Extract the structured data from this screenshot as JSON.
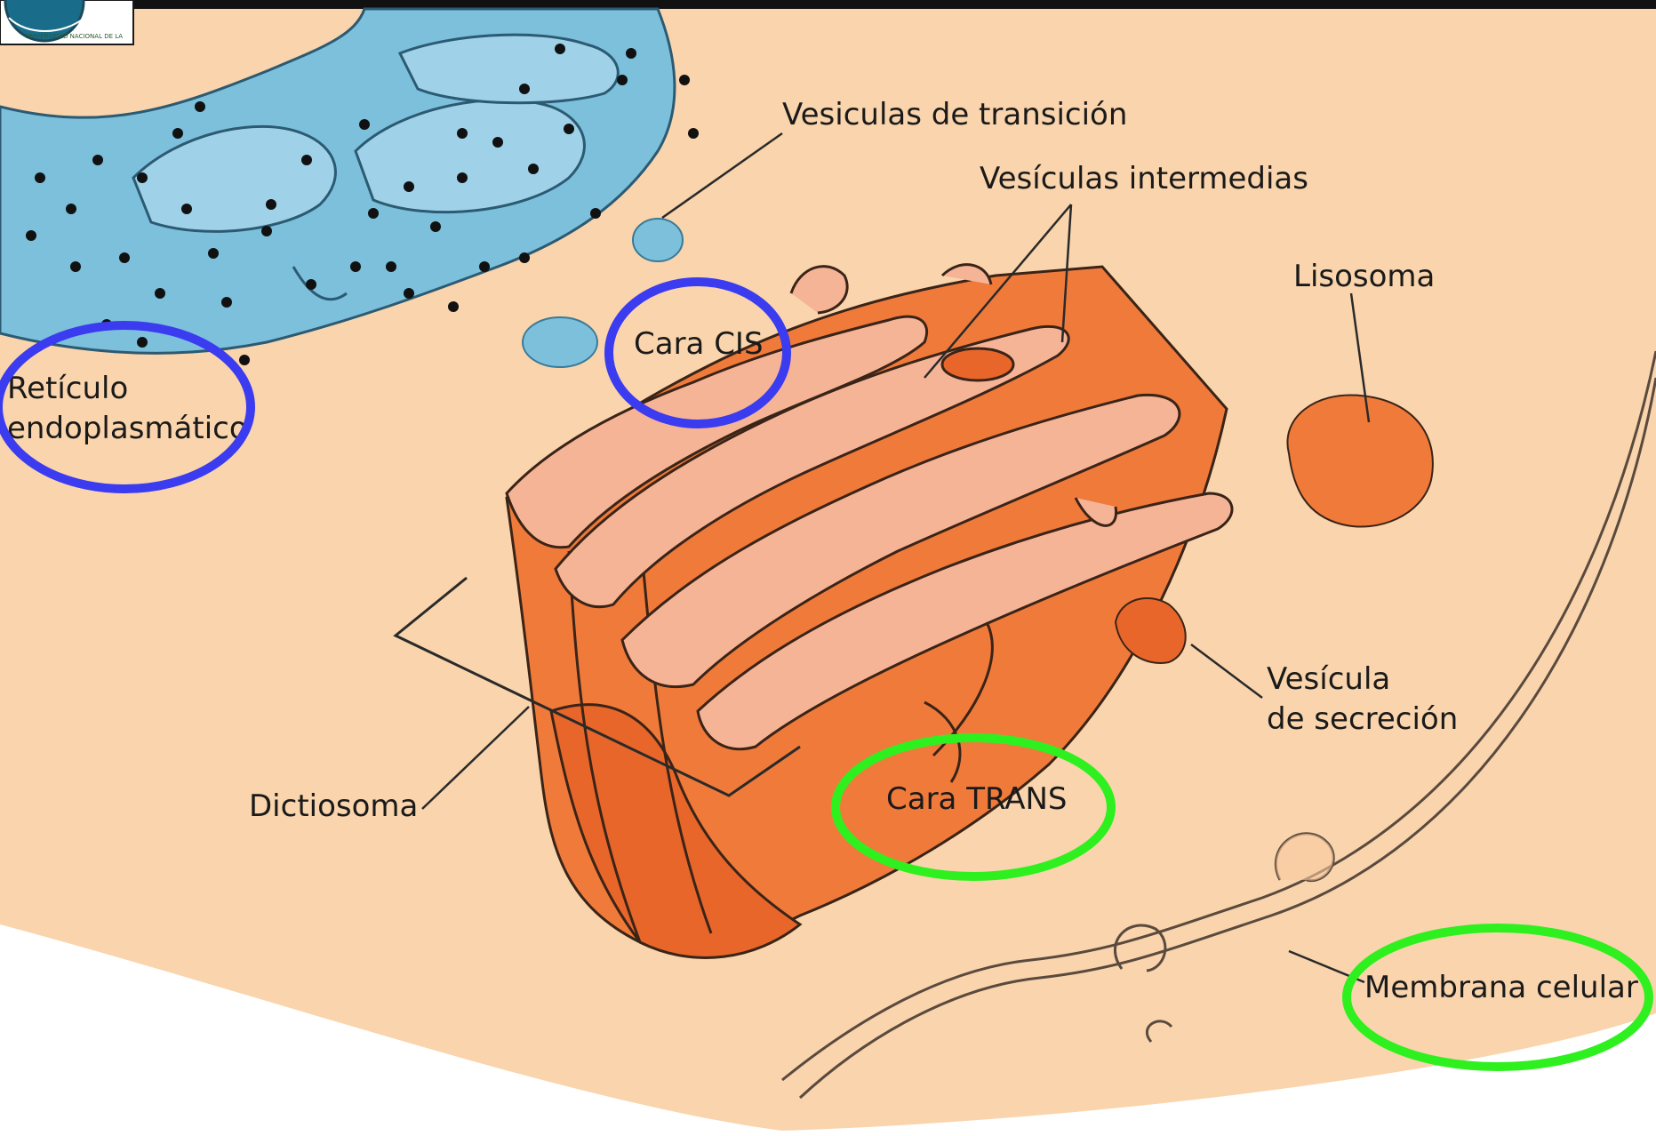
{
  "logo": {
    "text": "UNIVERSIDAD NACIONAL DE LA"
  },
  "labels": {
    "reticulo_line1": "Retículo",
    "reticulo_line2": "endoplasmático",
    "vesiculas_transicion": "Vesiculas de transición",
    "vesiculas_intermedias": "Vesículas intermedias",
    "cara_cis": "Cara CIS",
    "lisosoma": "Lisosoma",
    "vesicula_line1": "Vesícula",
    "vesicula_line2": "de secreción",
    "dictiosoma": "Dictiosoma",
    "cara_trans": "Cara TRANS",
    "membrana": "Membrana celular"
  },
  "colors": {
    "cytoplasm": "#f9d4ac",
    "er_blue": "#7cc0dc",
    "er_blue_dark": "#5aa6c6",
    "golgi_orange": "#f07a3a",
    "golgi_pink": "#f6b496",
    "ring_blue": "#3b3bf0",
    "ring_green": "#2ef01f"
  }
}
